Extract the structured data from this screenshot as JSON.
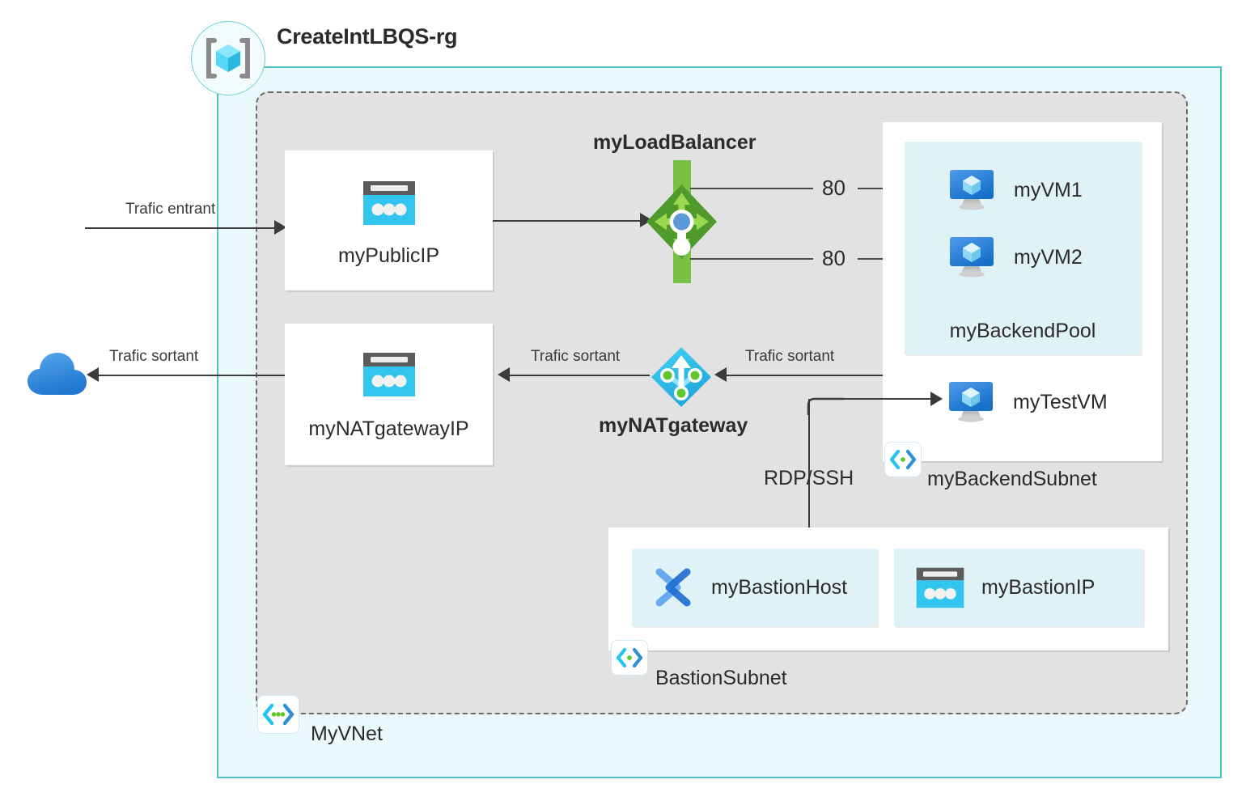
{
  "resource_group": {
    "title": "CreateIntLBQS-rg",
    "icon": "resource-group-cube-icon",
    "border_color": "#4fc0c4",
    "fill_color": "#eaf9fc"
  },
  "vnet": {
    "label": "MyVNet",
    "icon": "vnet-icon",
    "fill_color": "#e2e2e2",
    "border_color": "#6b6b6b"
  },
  "internet": {
    "icon": "cloud-icon",
    "color": "#3a8ede"
  },
  "flows": {
    "inbound": "Trafic entrant",
    "outbound_left": "Trafic sortant",
    "outbound_mid": "Trafic sortant",
    "outbound_right": "Trafic sortant",
    "management": "RDP/SSH"
  },
  "resources": {
    "public_ip": {
      "label": "myPublicIP",
      "icon": "public-ip-icon"
    },
    "nat_gateway_ip": {
      "label": "myNATgatewayIP",
      "icon": "public-ip-icon"
    },
    "load_balancer": {
      "label": "myLoadBalancer",
      "icon": "load-balancer-icon",
      "accent": "#7ac143"
    },
    "nat_gateway": {
      "label": "myNATgateway",
      "icon": "nat-gateway-icon",
      "accent": "#34c5f0"
    }
  },
  "backend_subnet": {
    "label": "myBackendSubnet",
    "icon": "subnet-icon",
    "pool": {
      "label": "myBackendPool",
      "fill_color": "#dff2f8",
      "vms": [
        {
          "label": "myVM1",
          "icon": "virtual-machine-icon",
          "port": "80"
        },
        {
          "label": "myVM2",
          "icon": "virtual-machine-icon",
          "port": "80"
        }
      ]
    },
    "test_vm": {
      "label": "myTestVM",
      "icon": "virtual-machine-icon"
    }
  },
  "bastion_subnet": {
    "label": "BastionSubnet",
    "icon": "subnet-icon",
    "items": [
      {
        "label": "myBastionHost",
        "icon": "bastion-icon"
      },
      {
        "label": "myBastionIP",
        "icon": "public-ip-icon"
      }
    ]
  }
}
